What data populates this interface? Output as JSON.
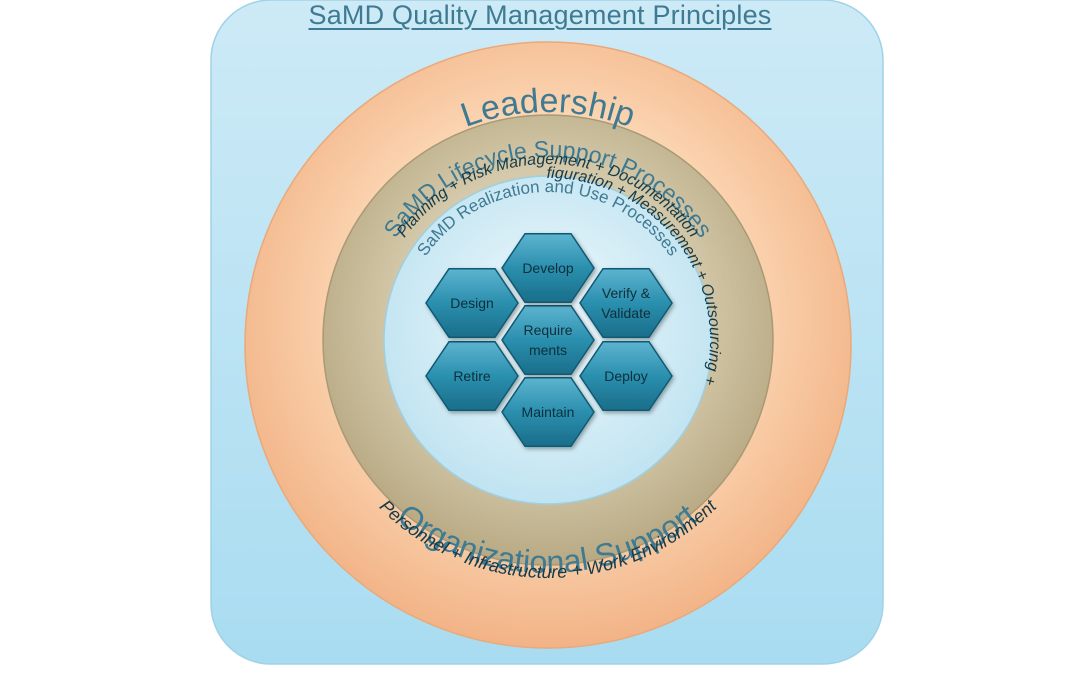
{
  "title": "SaMD Quality Management Principles",
  "rings": {
    "leadership": "Leadership",
    "org_support": "Organizational Support",
    "org_items": "Personnel + Infrastructure + Work Environment",
    "lifecycle_title": "SaMD Lifecycle Support Processes",
    "lifecycle_top": "Planning + Risk Management + Documentation",
    "lifecycle_bottom": "+ Configuration + Measurement + Outsourcing +",
    "realization_title": "SaMD Realization and Use Processes"
  },
  "hexagons": {
    "center": [
      "Require",
      "ments"
    ],
    "develop": [
      "Develop"
    ],
    "verify": [
      "Verify &",
      "Validate"
    ],
    "deploy": [
      "Deploy"
    ],
    "maintain": [
      "Maintain"
    ],
    "retire": [
      "Retire"
    ],
    "design": [
      "Design"
    ]
  },
  "colors": {
    "outer_square": "#bde3f3",
    "orange_ring": "#f7c7a0",
    "tan_ring": "#c9bc9a",
    "inner_circle": "#d7eef7",
    "hex_fill": "#2a8fae",
    "text_teal": "#3f7a93"
  }
}
